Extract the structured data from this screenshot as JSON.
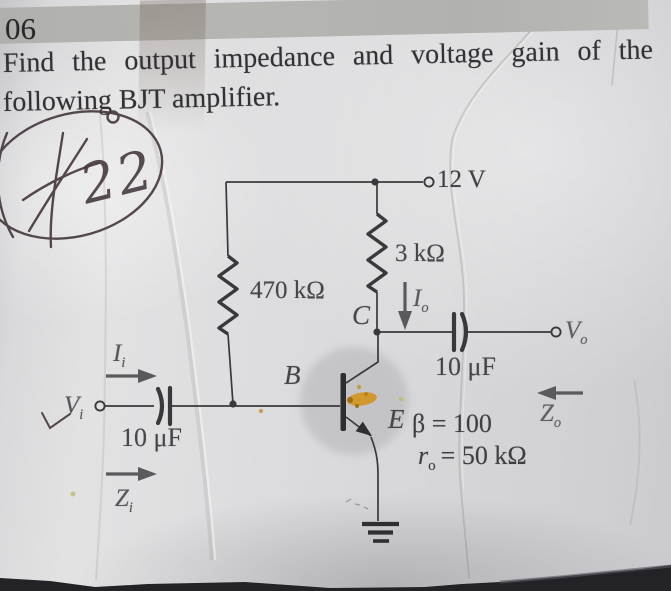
{
  "page": {
    "number": "06",
    "question_line1": "Find the output impedance and voltage gain of the",
    "question_line2": "following BJT amplifier."
  },
  "annotation": {
    "scribble_text": "22"
  },
  "circuit": {
    "supply_label": "12 V",
    "rb_label": "470 kΩ",
    "rc_label": "3 kΩ",
    "cap_in_label": "10 μF",
    "cap_out_label": "10 μF",
    "beta_label": "β = 100",
    "ro": {
      "main": "r",
      "sub": "o",
      "value": "= 50 kΩ"
    },
    "terminals": {
      "collector": "C",
      "base": "B",
      "emitter": "E"
    },
    "quantities": {
      "vi": {
        "main": "V",
        "sub": "i"
      },
      "ii": {
        "main": "I",
        "sub": "i"
      },
      "zi": {
        "main": "Z",
        "sub": "i"
      },
      "io": {
        "main": "I",
        "sub": "o"
      },
      "vo": {
        "main": "V",
        "sub": "o"
      },
      "zo": {
        "main": "Z",
        "sub": "o"
      }
    },
    "colors": {
      "ink": "#39393b",
      "pen": "#473a40",
      "stain": "#d2951d",
      "highlight_band": "#b3b3af"
    }
  }
}
